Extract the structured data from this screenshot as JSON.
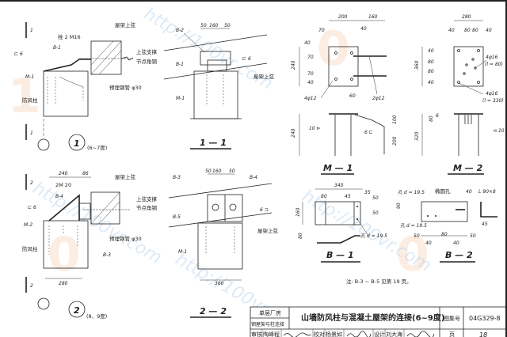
{
  "watermark": {
    "url": "http://100vr.com",
    "logo": "100VR"
  },
  "detail1": {
    "section_mark": "1",
    "bolt": "栓 2 M16",
    "plate": "B-1",
    "weld": "6",
    "embed": "M-1",
    "column": "防风柱",
    "chord": "屋架上弦",
    "brace1": "上弦支撑",
    "brace2": "节点角钢",
    "pipe": "预埋钢管 φ30",
    "number": "1",
    "note": "(6~7度)"
  },
  "section11": {
    "dims": [
      "50",
      "160",
      "50"
    ],
    "plate_top": "B-2",
    "plate_bottom": "B-1",
    "embed": "M-1",
    "weld": "6",
    "chord": "屋架上弦",
    "title": "1 — 1"
  },
  "detail2": {
    "section_mark": "2",
    "dims": [
      "240",
      "86",
      "280"
    ],
    "bolt": "2M 20",
    "plate": "B-4",
    "weld": "6",
    "embed": "M-2",
    "column": "防风柱",
    "chord": "屋架上弦",
    "brace1": "上弦支撑",
    "brace2": "节点角钢",
    "pipe": "预埋钢管 φ30",
    "plate3": "B-3",
    "number": "2",
    "note": "(8、9度)"
  },
  "section22": {
    "dims": [
      "50",
      "160",
      "50",
      "360"
    ],
    "b3": "B-3",
    "b4": "B-4",
    "b5": "B-5",
    "embed": "M-1",
    "weld": "6",
    "chord": "屋架上弦",
    "title": "2 — 2"
  },
  "m1": {
    "dims_top": [
      "200",
      "160",
      "70",
      "40"
    ],
    "dims_left": [
      "40",
      "70",
      "240",
      "70",
      "40"
    ],
    "dim_bottom": "60",
    "bars_a": "4φ12",
    "bars_b": "2φ12",
    "weld_a": "10",
    "weld_b": "6",
    "elev_dims": [
      "100",
      "200",
      "240"
    ],
    "title": "M — 1"
  },
  "m2": {
    "dims_top": [
      "280",
      "40",
      "80",
      "80",
      "40"
    ],
    "dims_left": [
      "40",
      "80",
      "80",
      "40",
      "360"
    ],
    "bars_a": "4φ16",
    "bars_a_len": "(l = 80)",
    "bars_b": "4φ16",
    "bars_b_len": "(l = 330)",
    "weld": "10",
    "elev_dims": [
      "80",
      "6",
      "320"
    ],
    "title": "M — 2"
  },
  "b1": {
    "dims": [
      "340",
      "80",
      "45",
      "35",
      "160",
      "50",
      "50",
      "80"
    ],
    "hole": "孔 d = 19.5",
    "title": "B — 1"
  },
  "b2": {
    "hole_top": "孔 d = 19.5",
    "slot": "椭圆孔",
    "hole_bottom": "孔 d = 19.5",
    "angle": "L 90×8",
    "dims": [
      "50",
      "80",
      "50",
      "40",
      "40",
      "40",
      "90",
      "45"
    ],
    "title": "B — 2"
  },
  "note": "注:  B-3 ~ B-5 见第 19 页。",
  "title_block": {
    "category1": "单层厂房",
    "category2": "钢屋架与柱连接",
    "title": "山墙防风柱与混凝土屋架的连接(6~9度)",
    "atlas_label": "图集号",
    "atlas_no": "04G329-8",
    "review_label": "审核",
    "reviewer": "陶峰程",
    "check_label": "校对",
    "checker": "杨景如",
    "design_label": "设计",
    "designer": "刘大海",
    "page_label": "页",
    "page": "18"
  }
}
